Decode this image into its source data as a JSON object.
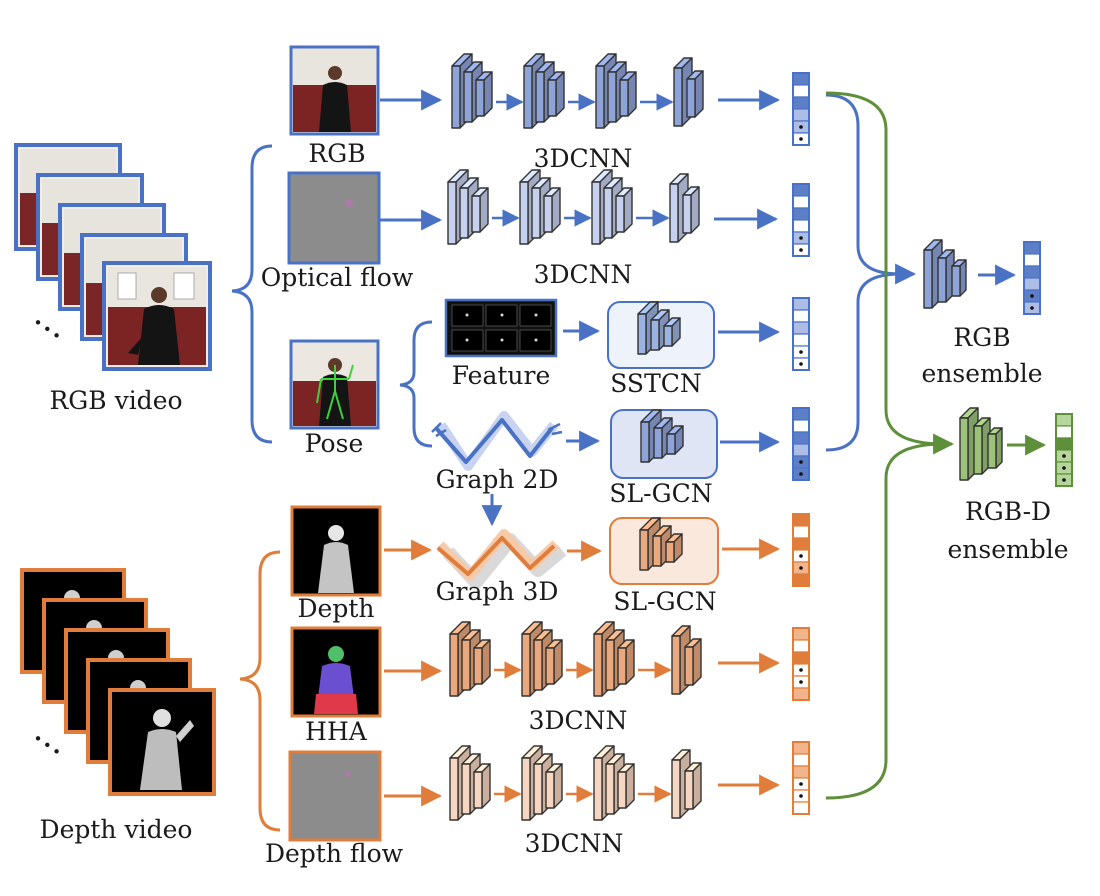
{
  "labels": {
    "rgb_video": "RGB video",
    "depth_video": "Depth video",
    "rgb": "RGB",
    "optical_flow": "Optical flow",
    "pose": "Pose",
    "feature": "Feature",
    "graph_2d": "Graph 2D",
    "graph_3d": "Graph 3D",
    "depth": "Depth",
    "hha": "HHA",
    "depth_flow": "Depth flow",
    "cnn": "3DCNN",
    "sstcn": "SSTCN",
    "slgcn": "SL-GCN",
    "rgb_ensemble_line1": "RGB",
    "rgb_ensemble_line2": "ensemble",
    "rgbd_ensemble_line1": "RGB-D",
    "rgbd_ensemble_line2": "ensemble",
    "ellipsis": "…"
  },
  "colors": {
    "rgb_stroke": "#4a72c4",
    "rgb_fill_dark": "#8ea3d8",
    "rgb_fill_light": "#c5d1ee",
    "depth_stroke": "#e07d3a",
    "depth_fill_dark": "#e9a87d",
    "depth_fill_light": "#f6d6c0",
    "ensemble_stroke": "#5e8f3b",
    "ensemble_fill": "#9cc27a"
  }
}
